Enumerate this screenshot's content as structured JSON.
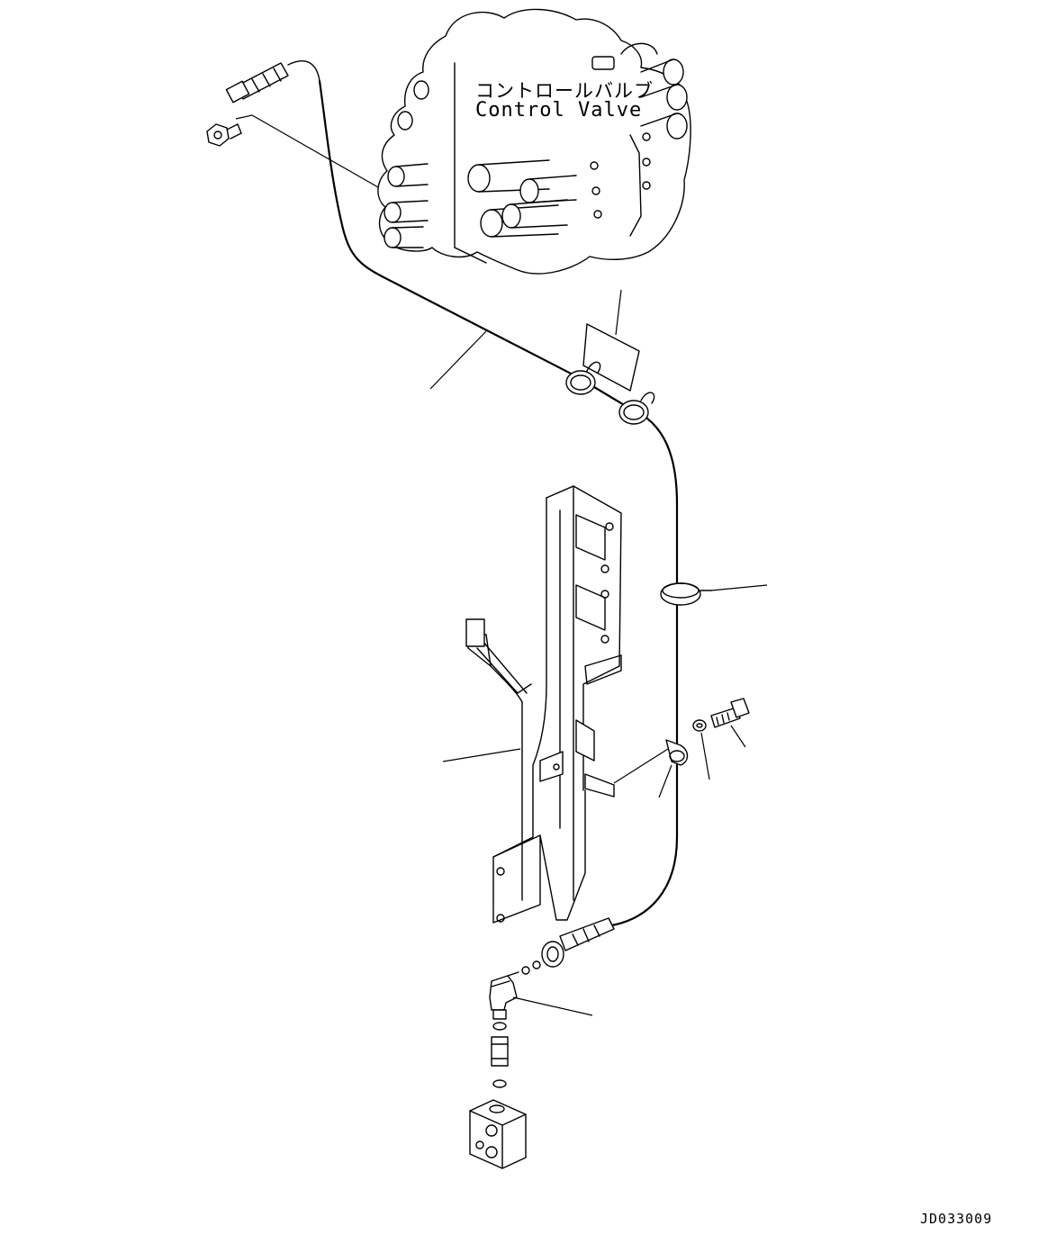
{
  "labels": {
    "control_valve_jp": "コントロールバルブ",
    "control_valve_en": "Control Valve",
    "drawing_number": "JD033009"
  }
}
